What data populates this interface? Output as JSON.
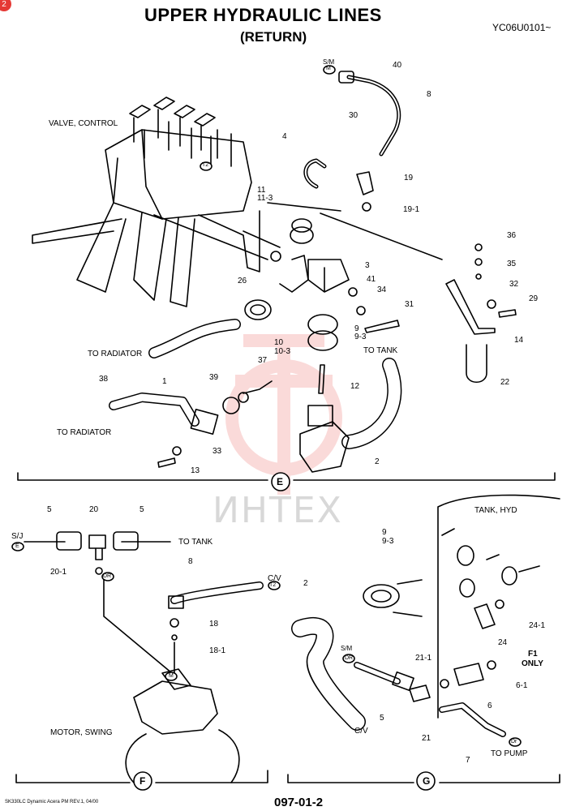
{
  "page_marker": "2",
  "header": {
    "title": "UPPER HYDRAULIC LINES",
    "subtitle": "(RETURN)",
    "code": "YC06U0101~"
  },
  "watermark": "ИНТЕХ",
  "section_e": {
    "labels": {
      "valve_control": "VALVE, CONTROL",
      "to_radiator_1": "TO RADIATOR",
      "to_radiator_2": "TO RADIATOR",
      "to_tank": "TO TANK",
      "sm": "S/M",
      "sm_circle": "M",
      "t2": "T2",
      "circle": "E"
    },
    "parts": [
      "40",
      "8",
      "30",
      "4",
      "19",
      "19-1",
      "11",
      "11-3",
      "3",
      "26",
      "41",
      "34",
      "9",
      "9-3",
      "10",
      "10-3",
      "31",
      "36",
      "35",
      "32",
      "29",
      "14",
      "22",
      "1",
      "37",
      "39",
      "12",
      "38",
      "2",
      "33",
      "13"
    ]
  },
  "section_f": {
    "labels": {
      "sj": "S/J",
      "sj_circle": "E",
      "to_tank": "TO TANK",
      "cv": "C/V",
      "cv_circle": "T2",
      "dr": "DR",
      "m": "M",
      "motor_swing": "MOTOR, SWING",
      "circle": "F"
    },
    "parts": [
      "5",
      "20",
      "5",
      "20-1",
      "8",
      "18",
      "18-1"
    ]
  },
  "section_g": {
    "labels": {
      "tank_hyd": "TANK, HYD",
      "sm": "S/M",
      "dr": "DR",
      "cv": "C/V",
      "dr2": "Dr",
      "to_pump": "TO PUMP",
      "f1_only_1": "F1",
      "f1_only_2": "ONLY",
      "circle": "G"
    },
    "parts": [
      "9",
      "9-3",
      "2",
      "24-1",
      "24",
      "21-1",
      "6-1",
      "6",
      "5",
      "21",
      "7"
    ]
  },
  "footer": {
    "left": "SK330LC Dynamic Acera PM REV.1, 04/00",
    "center": "097-01-2"
  }
}
